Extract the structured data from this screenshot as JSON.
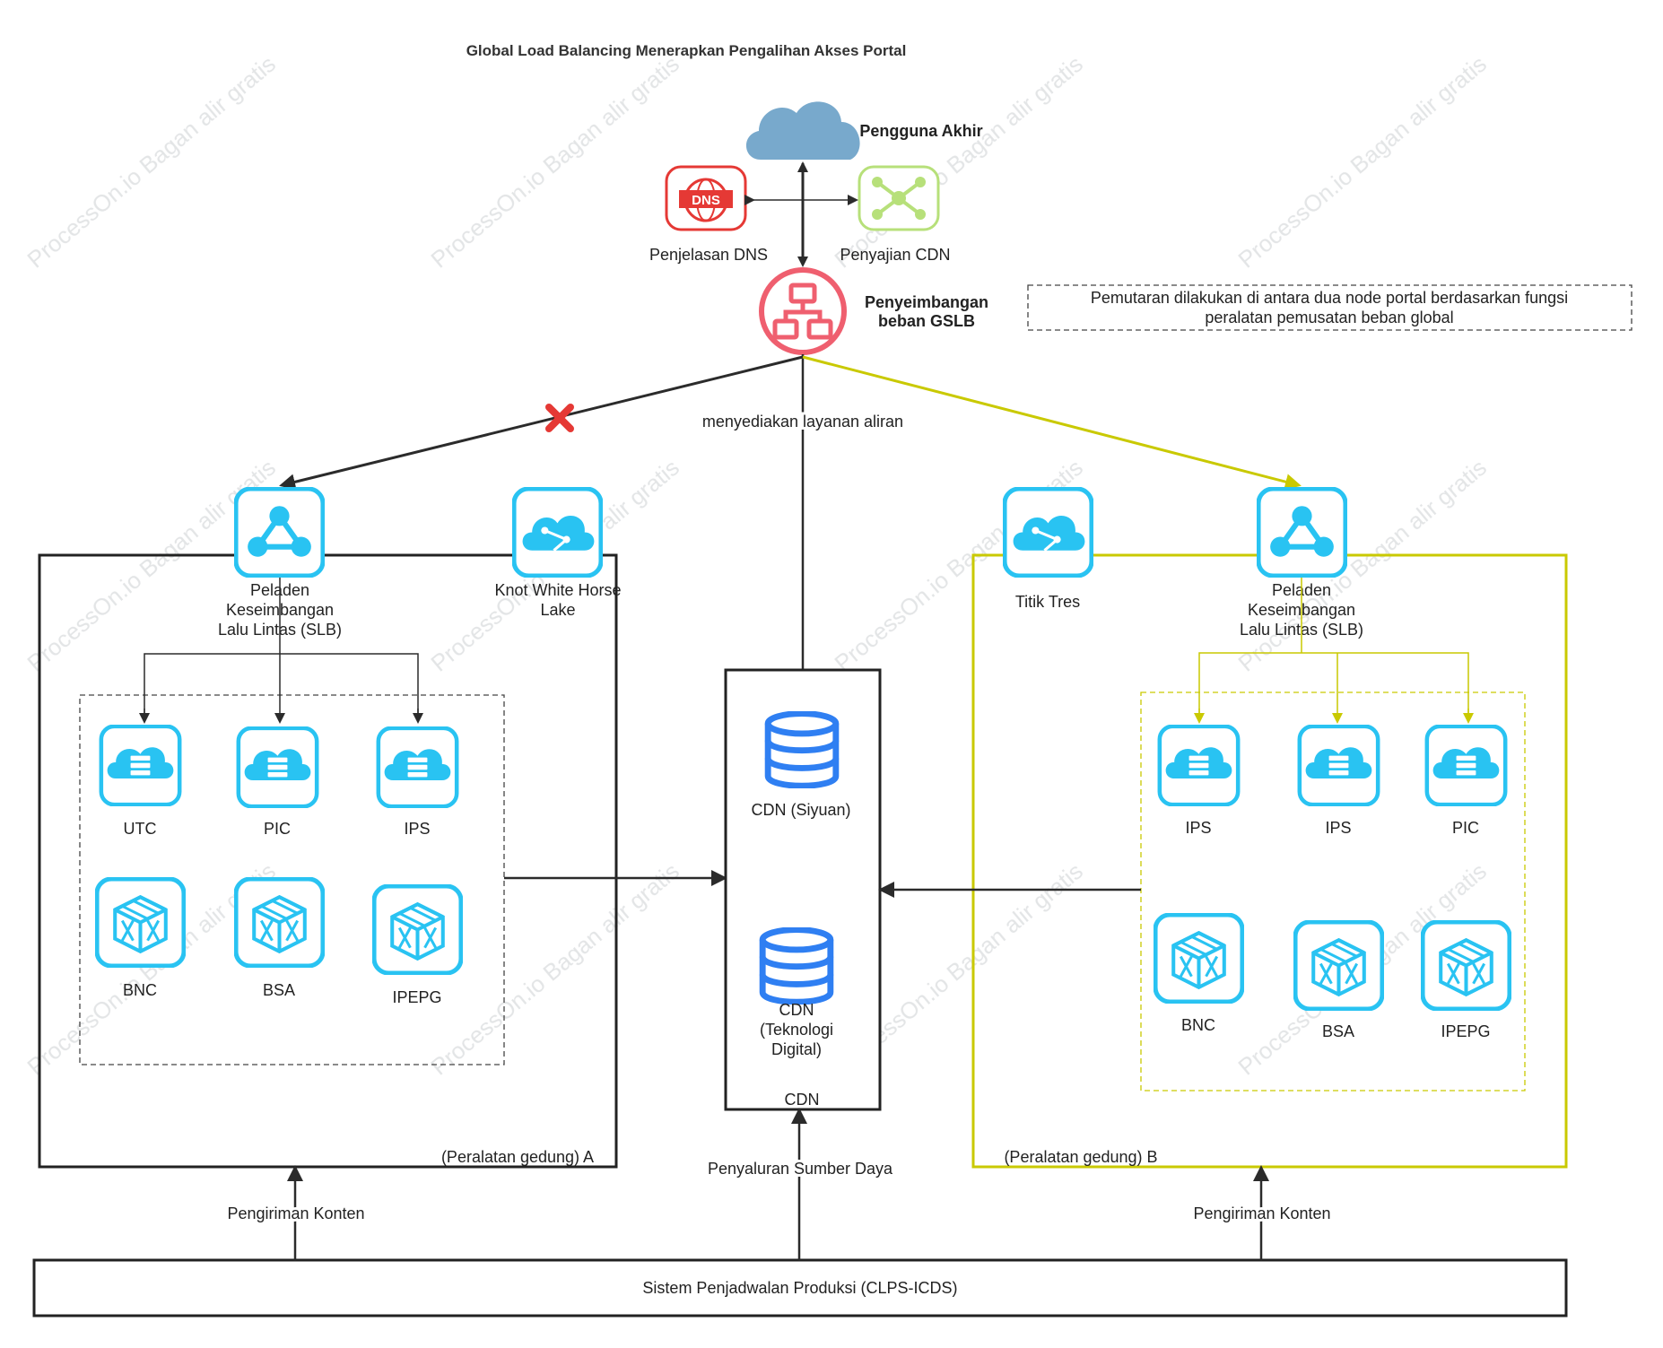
{
  "title": "Global Load Balancing Menerapkan Pengalihan Akses Portal",
  "colors": {
    "line": "#2b2b2b",
    "yellow": "#c9c900",
    "icon_blue": "#29c3f2",
    "cloud_user": "#78a9cc",
    "dns_red": "#e53935",
    "cdn_green": "#b7e07a",
    "gslb_red": "#ef5f6f",
    "db_blue": "#2f7ff2",
    "x_red": "#e53935"
  },
  "top": {
    "end_user": "Pengguna Akhir",
    "dns": "Penjelasan DNS",
    "dns_logo": "DNS",
    "cdn_service": "Penyajian CDN",
    "gslb_line1": "Penyeimbangan",
    "gslb_line2": "beban GSLB",
    "note_line1": "Pemutaran dilakukan di antara dua node portal berdasarkan fungsi",
    "note_line2": "peralatan pemusatan beban global",
    "stream_label": "menyediakan layanan aliran"
  },
  "building_a": {
    "label": "(Peralatan gedung)  A",
    "slb_line1": "Peladen",
    "slb_line2": "Keseimbangan",
    "slb_line3": "Lalu Lintas (SLB)",
    "node_line1": "Knot White Horse",
    "node_line2": "Lake",
    "servers": [
      "UTC",
      "PIC",
      "IPS"
    ],
    "boxes": [
      "BNC",
      "BSA",
      "IPEPG"
    ]
  },
  "building_b": {
    "label": "(Peralatan gedung)  B",
    "node": "Titik Tres",
    "slb_line1": "Peladen",
    "slb_line2": "Keseimbangan",
    "slb_line3": "Lalu Lintas (SLB)",
    "servers": [
      "IPS",
      "IPS",
      "PIC"
    ],
    "boxes": [
      "BNC",
      "BSA",
      "IPEPG"
    ]
  },
  "cdn": {
    "db1": "CDN (Siyuan)",
    "db2_line1": "CDN",
    "db2_line2": "(Teknologi",
    "db2_line3": "Digital)",
    "label": "CDN"
  },
  "bottom": {
    "delivery_left": "Pengiriman Konten",
    "resource": "Penyaluran Sumber Daya",
    "delivery_right": "Pengiriman Konten",
    "system": "Sistem Penjadwalan Produksi (CLPS-ICDS)"
  },
  "watermark": "ProcessOn.io Bagan alir gratis"
}
